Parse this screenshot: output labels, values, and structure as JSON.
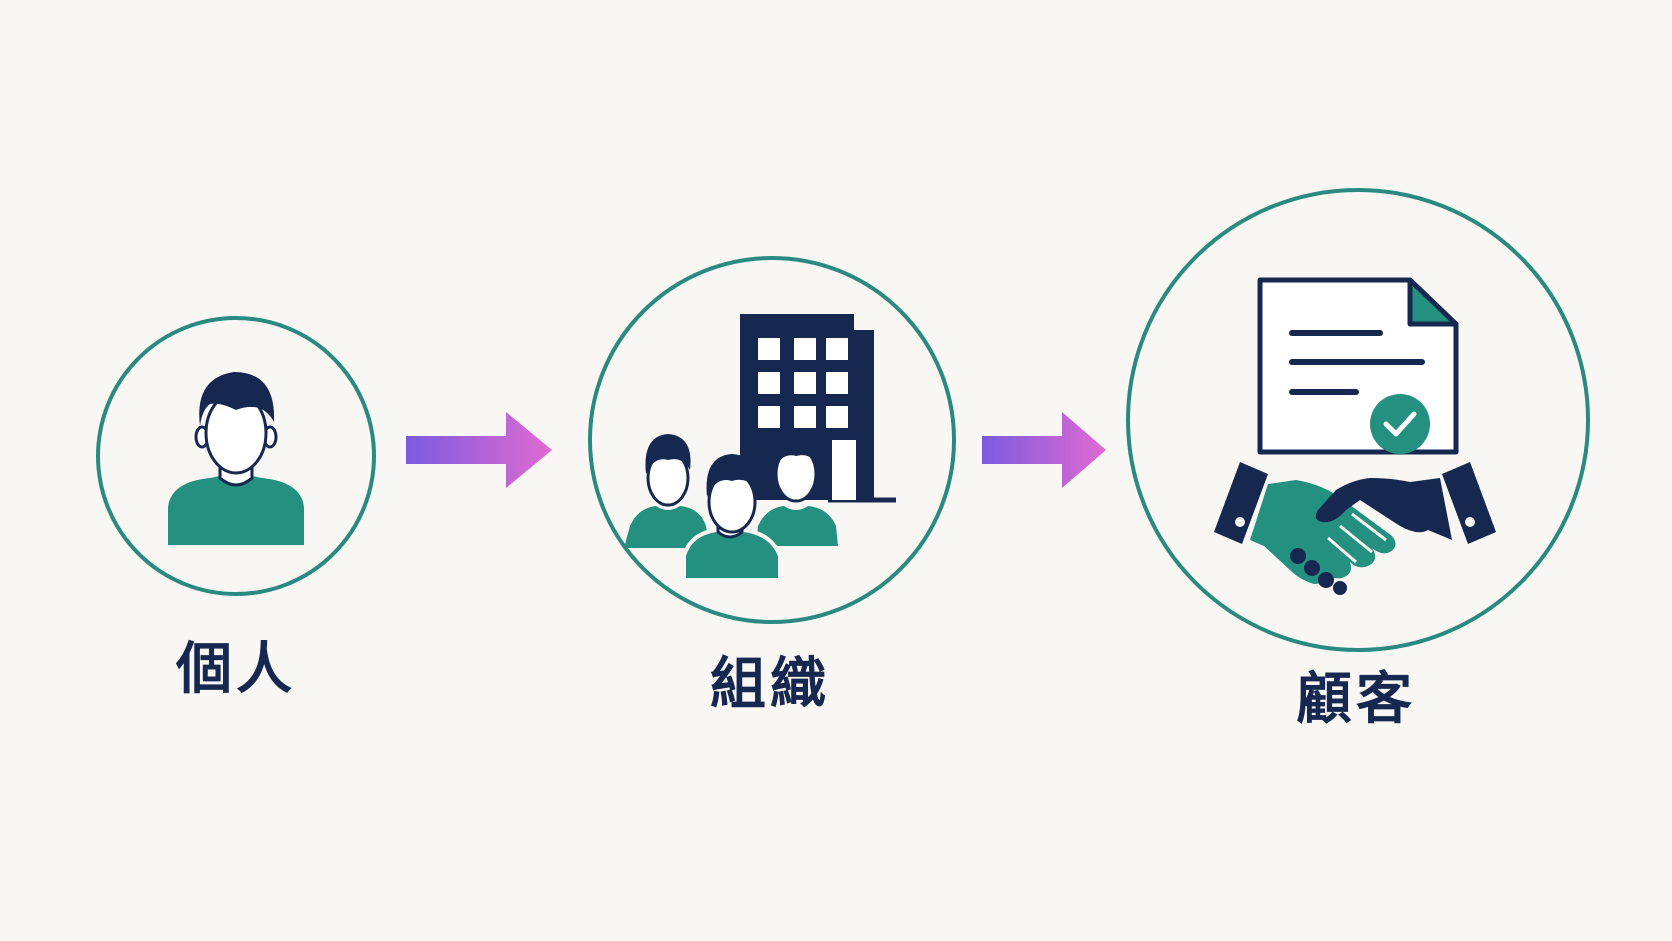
{
  "stages": [
    {
      "label": "個人",
      "icon": "person-icon"
    },
    {
      "label": "組織",
      "icon": "organization-icon"
    },
    {
      "label": "顧客",
      "icon": "contract-handshake-icon"
    }
  ],
  "connectors": [
    {
      "from": "個人",
      "to": "組織",
      "icon": "arrow-right-icon"
    },
    {
      "from": "組織",
      "to": "顧客",
      "icon": "arrow-right-icon"
    }
  ],
  "colors": {
    "background": "#f9f7f4",
    "ring": "#2a8a80",
    "navy": "#16284f",
    "teal": "#24907f",
    "arrow_start": "#7b5ce0",
    "arrow_end": "#e06ad0"
  }
}
